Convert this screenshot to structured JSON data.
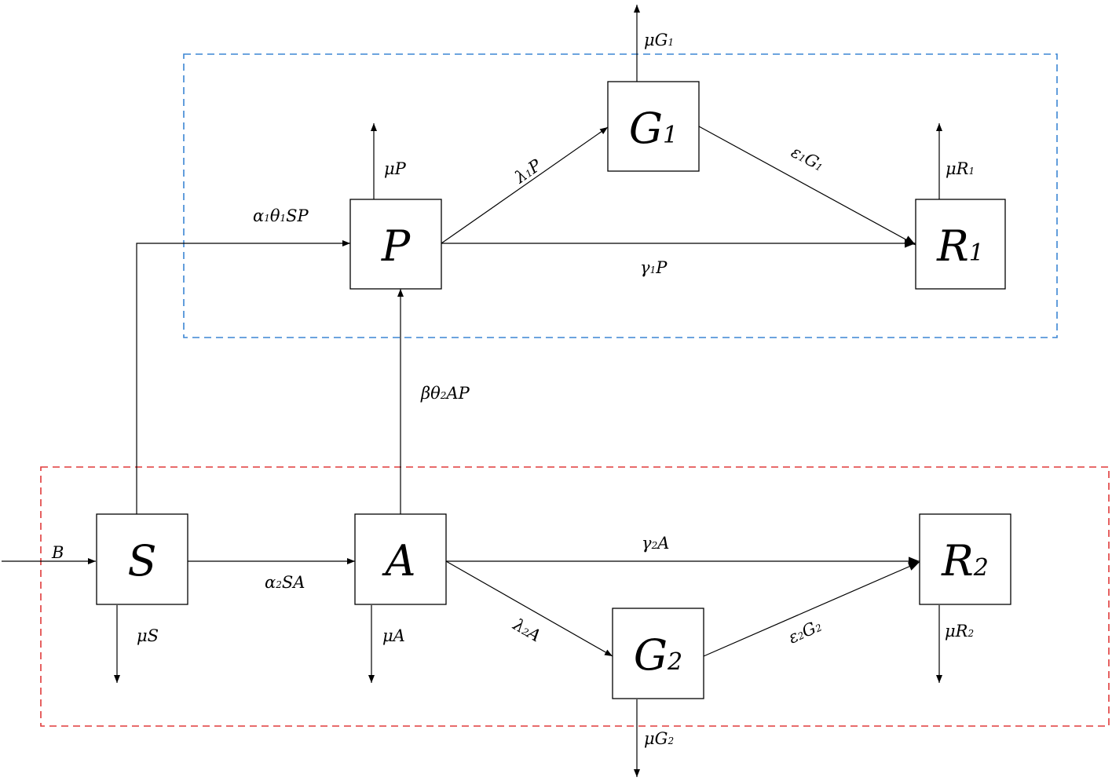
{
  "diagram": {
    "colors": {
      "stroke": "#000000",
      "blue_group": "#3b85d4",
      "red_group": "#e03a3a",
      "background": "#ffffff"
    },
    "nodes": {
      "P": {
        "main": "P",
        "sub": ""
      },
      "G1": {
        "main": "G",
        "sub": "1"
      },
      "R1": {
        "main": "R",
        "sub": "1"
      },
      "S": {
        "main": "S",
        "sub": ""
      },
      "A": {
        "main": "A",
        "sub": ""
      },
      "G2": {
        "main": "G",
        "sub": "2"
      },
      "R2": {
        "main": "R",
        "sub": "2"
      }
    },
    "edges": {
      "mu_G1": {
        "main": "μG",
        "sub": "1",
        "tail": ""
      },
      "mu_P": {
        "main": "μP",
        "sub": "",
        "tail": ""
      },
      "lambda1": {
        "main": "λ",
        "sub": "1",
        "tail": "P"
      },
      "eps1": {
        "main": "ε",
        "sub": "1",
        "tail": "G",
        "sub2": "1"
      },
      "mu_R1": {
        "main": "μR",
        "sub": "1",
        "tail": ""
      },
      "alpha1": {
        "main": "α",
        "sub": "1",
        "tail": "θ",
        "sub2": "1",
        "tail2": "SP"
      },
      "gamma1": {
        "main": "γ",
        "sub": "1",
        "tail": "P"
      },
      "beta": {
        "main": "βθ",
        "sub": "2",
        "tail": "AP"
      },
      "B": {
        "main": "B",
        "sub": "",
        "tail": ""
      },
      "alpha2": {
        "main": "α",
        "sub": "2",
        "tail": "SA"
      },
      "gamma2": {
        "main": "γ",
        "sub": "2",
        "tail": "A"
      },
      "mu_S": {
        "main": "μS",
        "sub": "",
        "tail": ""
      },
      "mu_A": {
        "main": "μA",
        "sub": "",
        "tail": ""
      },
      "lambda2": {
        "main": "λ",
        "sub": "2",
        "tail": "A"
      },
      "eps2": {
        "main": "ε",
        "sub": "2",
        "tail": "G",
        "sub2": "2"
      },
      "mu_R2": {
        "main": "μR",
        "sub": "2",
        "tail": ""
      },
      "mu_G2": {
        "main": "μG",
        "sub": "2",
        "tail": ""
      }
    }
  }
}
